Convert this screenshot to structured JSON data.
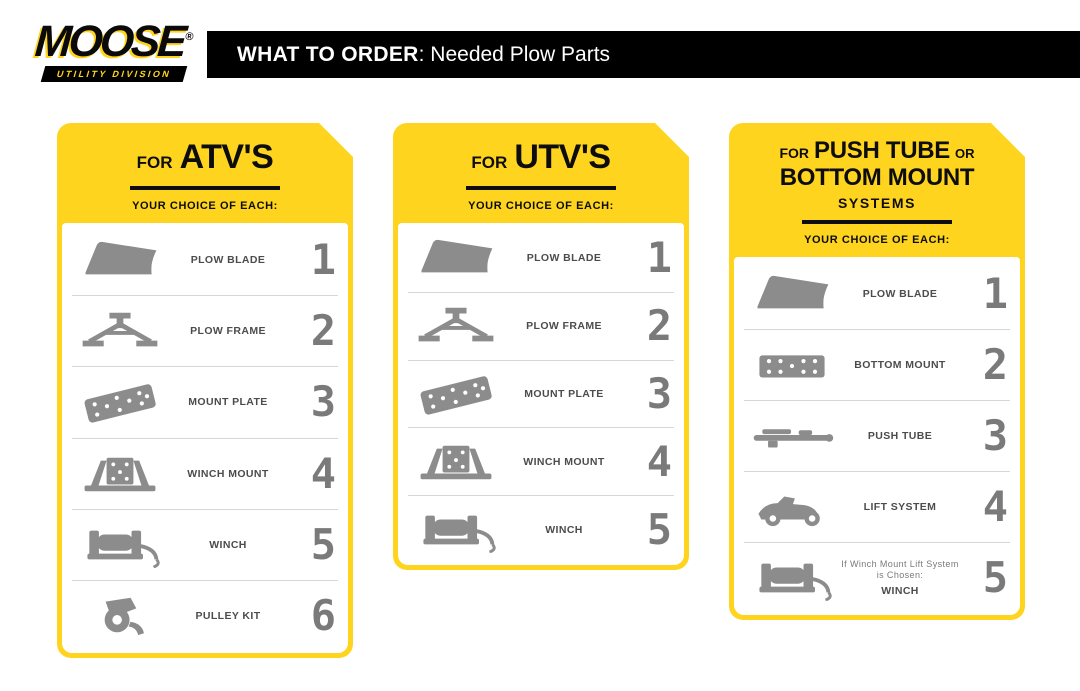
{
  "logo": {
    "brand": "MOOSE",
    "reg": "®",
    "sub": "UTILITY DIVISION"
  },
  "topbar": {
    "bold": "WHAT TO ORDER",
    "rest": ": Needed Plow Parts"
  },
  "colors": {
    "brand_yellow": "#FFD41F",
    "bar_black": "#000000",
    "icon_gray": "#8C8C8C",
    "number_gray": "#7A7A7A"
  },
  "cards": [
    {
      "title_prefix": "FOR",
      "title": "ATV'S",
      "subtitle": "YOUR CHOICE OF EACH:",
      "rows": [
        {
          "icon": "plow-blade-icon",
          "label": "PLOW BLADE",
          "number": "1"
        },
        {
          "icon": "plow-frame-icon",
          "label": "PLOW FRAME",
          "number": "2"
        },
        {
          "icon": "mount-plate-icon",
          "label": "MOUNT PLATE",
          "number": "3"
        },
        {
          "icon": "winch-mount-icon",
          "label": "WINCH MOUNT",
          "number": "4"
        },
        {
          "icon": "winch-icon",
          "label": "WINCH",
          "number": "5"
        },
        {
          "icon": "pulley-kit-icon",
          "label": "PULLEY KIT",
          "number": "6"
        }
      ]
    },
    {
      "title_prefix": "FOR",
      "title": "UTV'S",
      "subtitle": "YOUR CHOICE OF EACH:",
      "rows": [
        {
          "icon": "plow-blade-icon",
          "label": "PLOW BLADE",
          "number": "1"
        },
        {
          "icon": "plow-frame-icon",
          "label": "PLOW FRAME",
          "number": "2"
        },
        {
          "icon": "mount-plate-icon",
          "label": "MOUNT PLATE",
          "number": "3"
        },
        {
          "icon": "winch-mount-icon",
          "label": "WINCH MOUNT",
          "number": "4"
        },
        {
          "icon": "winch-icon",
          "label": "WINCH",
          "number": "5"
        }
      ]
    },
    {
      "title_prefix": "FOR",
      "title_line1": "PUSH TUBE",
      "title_or": "OR",
      "title_line2": "BOTTOM MOUNT",
      "title_line3": "SYSTEMS",
      "subtitle": "YOUR CHOICE OF EACH:",
      "rows": [
        {
          "icon": "plow-blade-icon",
          "label": "PLOW BLADE",
          "number": "1"
        },
        {
          "icon": "bottom-mount-icon",
          "label": "BOTTOM MOUNT",
          "number": "2"
        },
        {
          "icon": "push-tube-icon",
          "label": "PUSH TUBE",
          "number": "3"
        },
        {
          "icon": "lift-system-icon",
          "label": "LIFT SYSTEM",
          "number": "4"
        },
        {
          "icon": "winch-icon",
          "note": "If Winch Mount Lift System is Chosen:",
          "label": "WINCH",
          "number": "5"
        }
      ]
    }
  ]
}
